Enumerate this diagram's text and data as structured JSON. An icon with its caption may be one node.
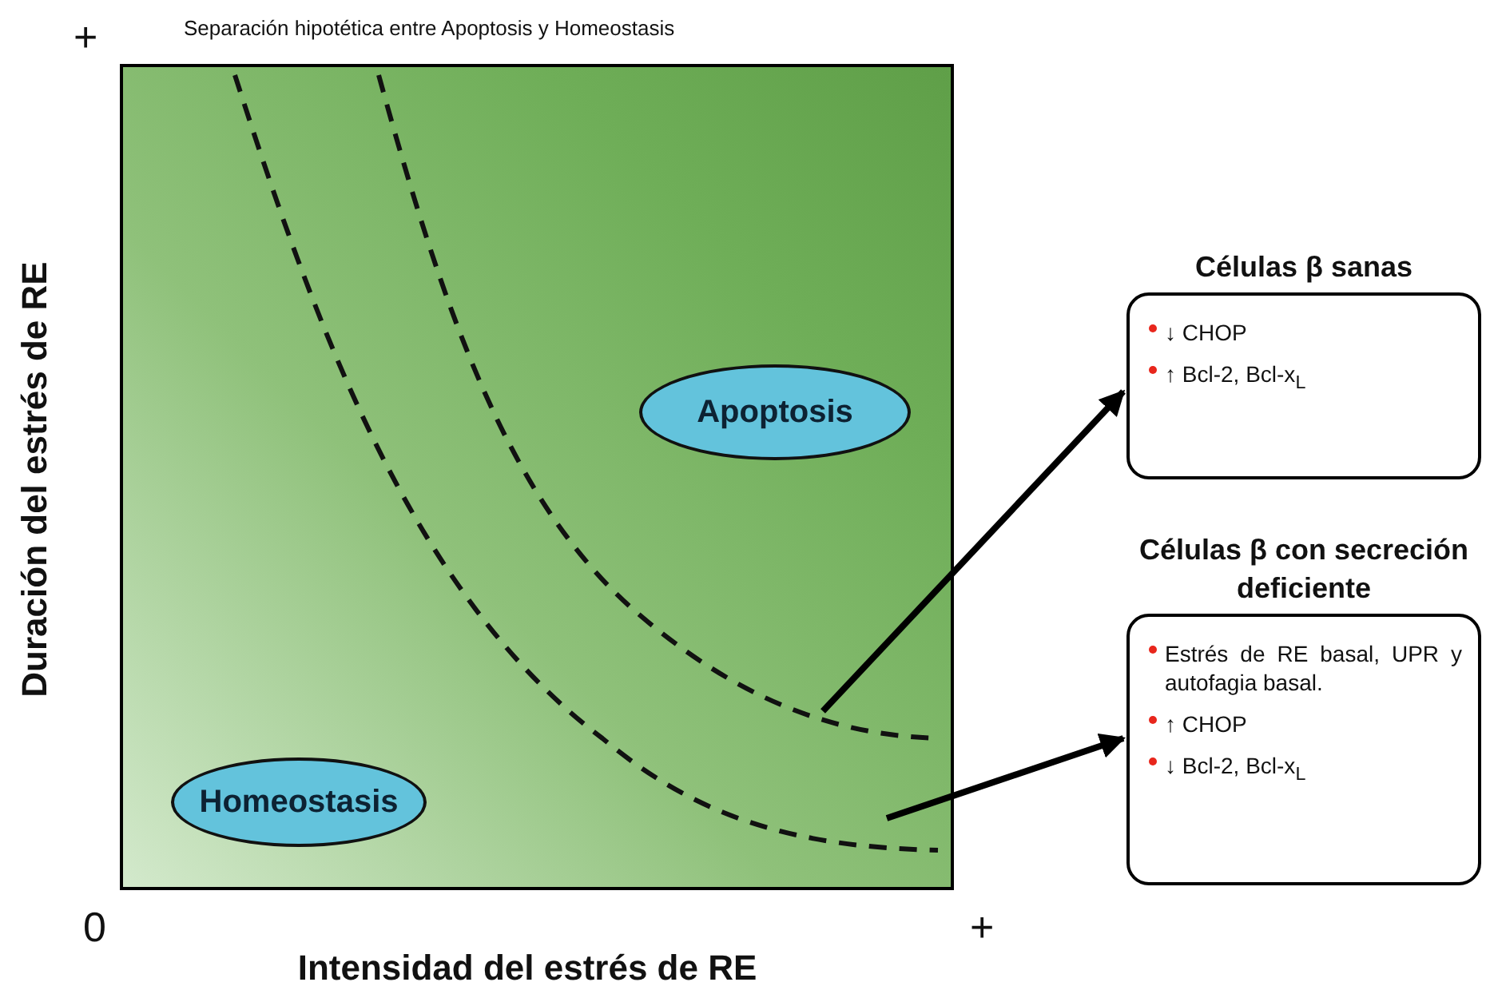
{
  "diagram": {
    "title": "Separación hipotética entre Apoptosis y Homeostasis",
    "nodes": [
      {
        "text": [],
        "shape": "box"
      },
      {
        "text": [
          "Apoptosis"
        ],
        "in": 0
      },
      {
        "text": [
          "Homeostasis"
        ],
        "in": 0
      },
      {
        "text": [
          "Células β sanas",
          "↓ CHOP",
          "↑ Bcl-2, Bcl-x$_{L}$"
        ]
      },
      {
        "text": [
          "Células β con secreción deficiente",
          "Estrés de RE basal, UPR y autofagia basal.",
          "↑ CHOP",
          "↓ Bcl-2, Bcl-x$_{L}$"
        ]
      }
    ],
    "edges": [
      {
        "from": null,
        "to": 3,
        "arrow": "to"
      },
      {
        "from": null,
        "to": 4,
        "arrow": "to"
      }
    ],
    "labels": [
      "+",
      "Duración del estrés de RE",
      "0",
      "+",
      "Intensidad del estrés de RE"
    ]
  }
}
